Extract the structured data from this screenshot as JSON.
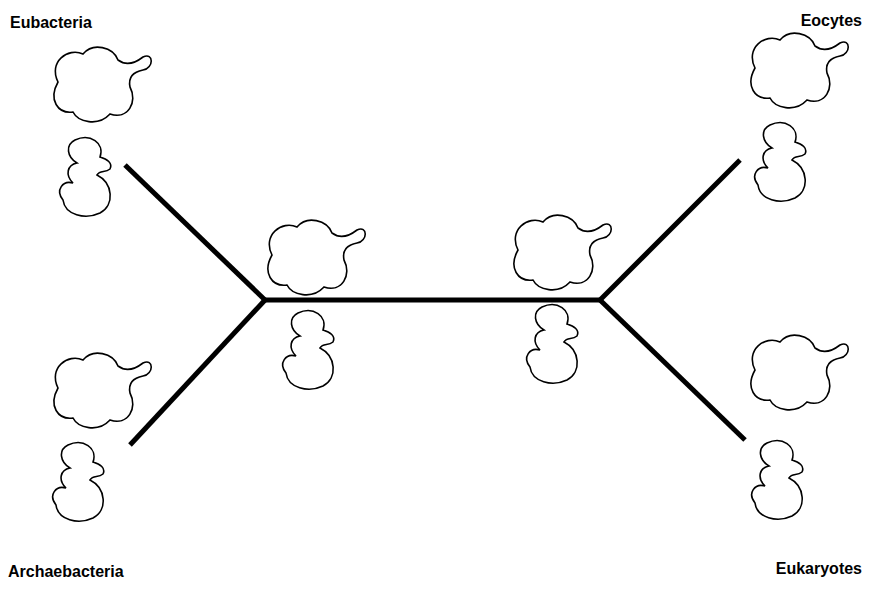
{
  "diagram": {
    "labels": [
      "Eubacteria",
      "Eocytes",
      "Archaebacteria",
      "Eukaryotes"
    ]
  }
}
